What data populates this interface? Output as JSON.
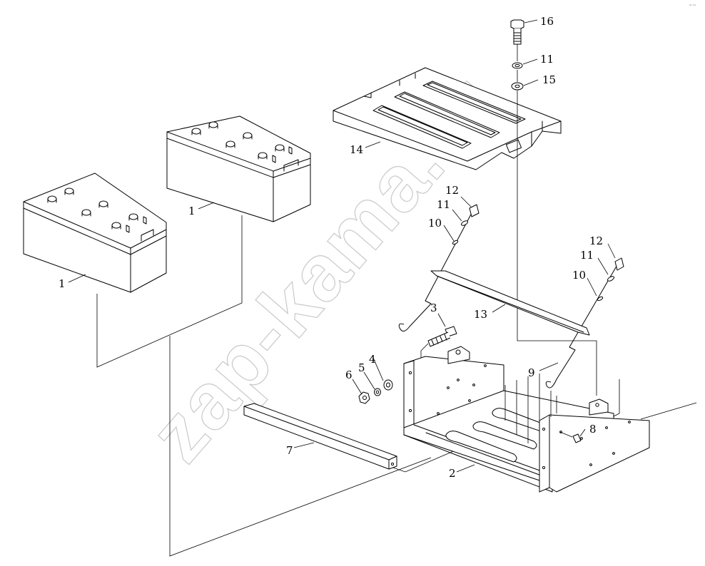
{
  "watermark": "zap-kama.ru",
  "corner_mark": "ᵒᵒ ˢˢˢ",
  "callouts": {
    "c16": "16",
    "c11a": "11",
    "c15": "15",
    "c14": "14",
    "c1a": "1",
    "c1b": "1",
    "c12a": "12",
    "c11b": "11",
    "c10a": "10",
    "c12b": "12",
    "c11c": "11",
    "c10b": "10",
    "c13": "13",
    "c3": "3",
    "c9": "9",
    "c4": "4",
    "c5": "5",
    "c6": "6",
    "c7": "7",
    "c8": "8",
    "c2": "2"
  }
}
